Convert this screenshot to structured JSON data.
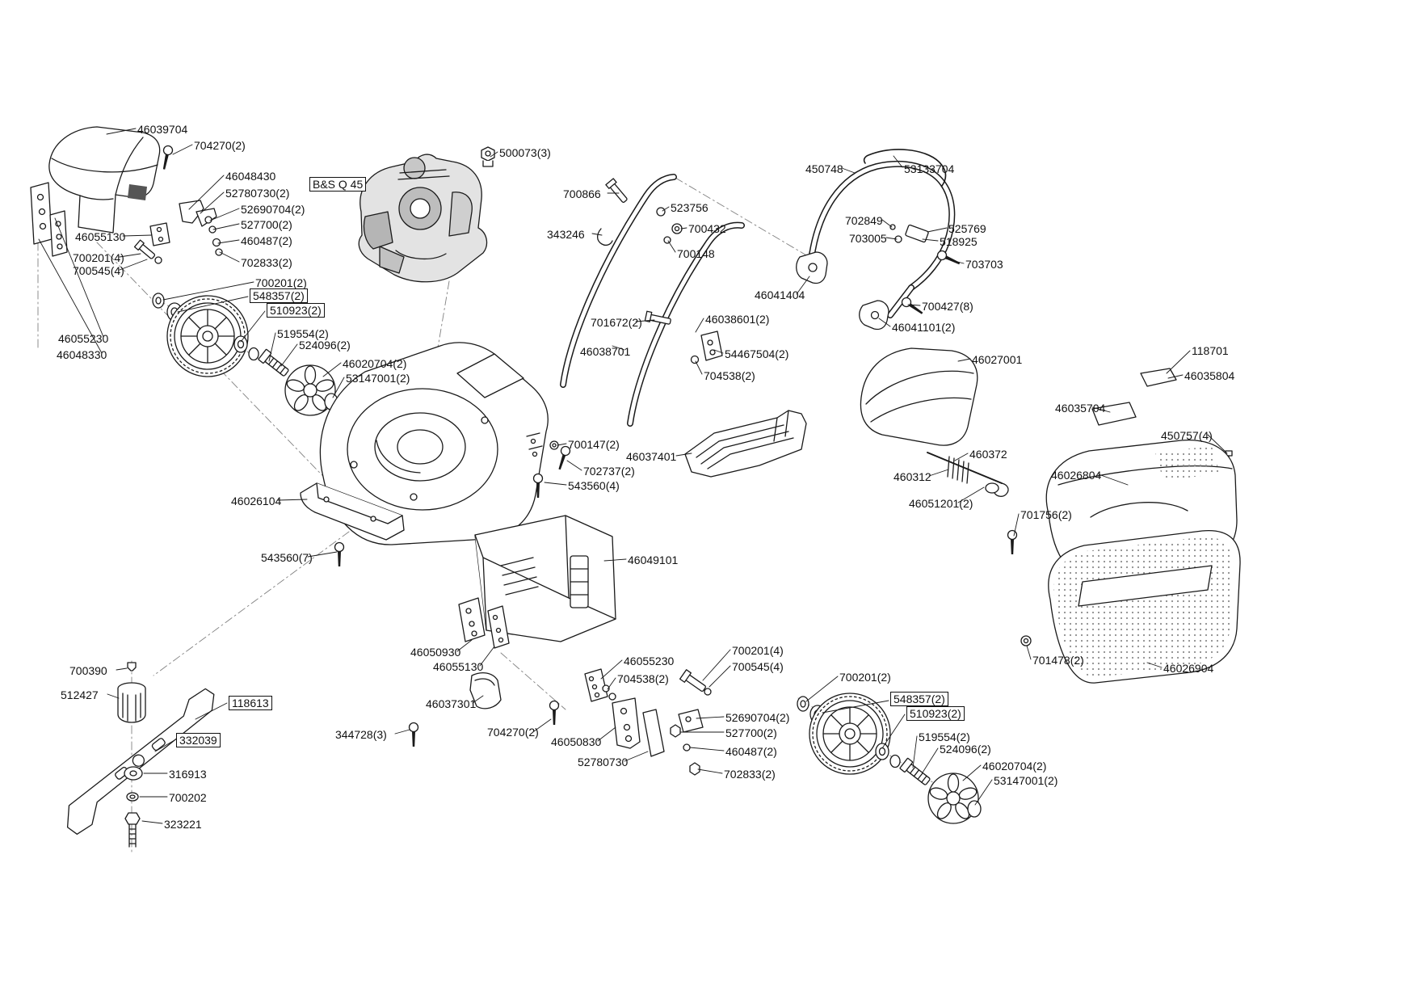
{
  "colors": {
    "ink": "#1a1a1a",
    "background": "#ffffff"
  },
  "labels": [
    {
      "text": "46039704"
    },
    {
      "text": "704270(2)"
    },
    {
      "text": "46048430"
    },
    {
      "text": "52780730(2)"
    },
    {
      "text": "52690704(2)"
    },
    {
      "text": "527700(2)"
    },
    {
      "text": "460487(2)"
    },
    {
      "text": "702833(2)"
    },
    {
      "text": "46055130"
    },
    {
      "text": "700201(4)"
    },
    {
      "text": "700545(4)"
    },
    {
      "text": "700201(2)"
    },
    {
      "text": "548357(2)"
    },
    {
      "text": "510923(2)"
    },
    {
      "text": "519554(2)"
    },
    {
      "text": "524096(2)"
    },
    {
      "text": "46020704(2)"
    },
    {
      "text": "53147001(2)"
    },
    {
      "text": "46055230"
    },
    {
      "text": "46048330"
    },
    {
      "text": "500073(3)"
    },
    {
      "text": "B&S Q 45"
    },
    {
      "text": "700866"
    },
    {
      "text": "523756"
    },
    {
      "text": "700432"
    },
    {
      "text": "343246"
    },
    {
      "text": "700148"
    },
    {
      "text": "701672(2)"
    },
    {
      "text": "46038601(2)"
    },
    {
      "text": "46038701"
    },
    {
      "text": "54467504(2)"
    },
    {
      "text": "704538(2)"
    },
    {
      "text": "450748"
    },
    {
      "text": "53133704"
    },
    {
      "text": "702849"
    },
    {
      "text": "525769"
    },
    {
      "text": "703005"
    },
    {
      "text": "518925"
    },
    {
      "text": "703703"
    },
    {
      "text": "46041404"
    },
    {
      "text": "700427(8)"
    },
    {
      "text": "46041101(2)"
    },
    {
      "text": "46027001"
    },
    {
      "text": "118701"
    },
    {
      "text": "46035804"
    },
    {
      "text": "46035704"
    },
    {
      "text": "450757(4)"
    },
    {
      "text": "460372"
    },
    {
      "text": "460312"
    },
    {
      "text": "46026804"
    },
    {
      "text": "46051201(2)"
    },
    {
      "text": "701756(2)"
    },
    {
      "text": "700147(2)"
    },
    {
      "text": "46037401"
    },
    {
      "text": "702737(2)"
    },
    {
      "text": "543560(4)"
    },
    {
      "text": "46026104"
    },
    {
      "text": "543560(7)"
    },
    {
      "text": "46049101"
    },
    {
      "text": "46050930"
    },
    {
      "text": "46055130"
    },
    {
      "text": "46055230"
    },
    {
      "text": "704538(2)"
    },
    {
      "text": "700201(4)"
    },
    {
      "text": "700545(4)"
    },
    {
      "text": "46037301"
    },
    {
      "text": "700201(2)"
    },
    {
      "text": "700390"
    },
    {
      "text": "512427"
    },
    {
      "text": "118613"
    },
    {
      "text": "344728(3)"
    },
    {
      "text": "704270(2)"
    },
    {
      "text": "46050830"
    },
    {
      "text": "52690704(2)"
    },
    {
      "text": "527700(2)"
    },
    {
      "text": "460487(2)"
    },
    {
      "text": "52780730"
    },
    {
      "text": "702833(2)"
    },
    {
      "text": "548357(2)"
    },
    {
      "text": "510923(2)"
    },
    {
      "text": "519554(2)"
    },
    {
      "text": "524096(2)"
    },
    {
      "text": "46020704(2)"
    },
    {
      "text": "53147001(2)"
    },
    {
      "text": "332039"
    },
    {
      "text": "316913"
    },
    {
      "text": "700202"
    },
    {
      "text": "323221"
    },
    {
      "text": "701478(2)"
    },
    {
      "text": "46026904"
    }
  ]
}
